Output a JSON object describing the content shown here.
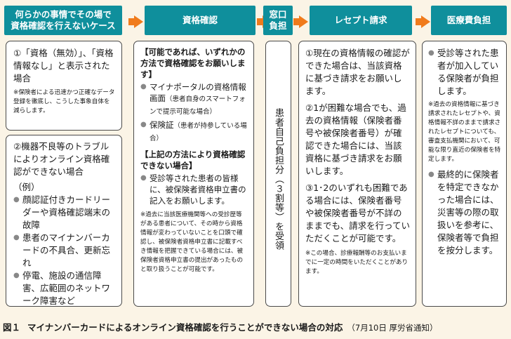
{
  "headers": {
    "col1": "何らかの事情でその場で\n資格確認を行えないケース",
    "col2": "資格確認",
    "col3": "窓口\n負担",
    "col4": "レセプト請求",
    "col5": "医療費負担"
  },
  "col1": {
    "box1_main": "①「資格（無効）」、「資格情報なし」と表示された場合",
    "box1_note": "※保険者による迅速かつ正確なデータ登録を徹底し、こうした事象自体を減らします。",
    "box2_main": "②機器不良等のトラブルによりオンライン資格確認ができない場合",
    "box2_example": "（例）",
    "box2_items": [
      "顔認証付きカードリーダーや資格確認端末の故障",
      "患者のマイナンバーカードの不具合、更新忘れ",
      "停電、施設の通信障害、広範囲のネットワーク障害など"
    ]
  },
  "col2": {
    "head1": "【可能であれば、いずれかの方法で資格確認をお願いします】",
    "item1": "マイナポータルの資格情報画面",
    "item1_sub": "（患者自身のスマートフォンで提示可能な場合）",
    "item2": "保険証",
    "item2_sub": "（患者が持参している場合）",
    "head2": "【上記の方法により資格確認できない場合】",
    "item3": "受診等された患者の皆様に、被保険者資格申立書の記入をお願いします。",
    "note": "※過去に当該医療機関等への受診歴等がある患者について、その時から資格情報が変わっていないことを口頭で確認し、被保険者資格申立書に記載すべき情報を把握できている場合には、被保険者資格申立書の提出があったものと取り扱うことが可能です。"
  },
  "col3": {
    "vertical": "患者自己負担分（３割等）を受領"
  },
  "col4": {
    "item1": "①現在の資格情報の確認ができた場合は、当該資格に基づき請求をお願いします。",
    "item2": "②1が困難な場合でも、過去の資格情報（保険者番号や被保険者番号）が確認できた場合には、当該資格に基づき請求をお願いします。",
    "item3": "③1･2のいずれも困難である場合には、保険者番号や被保険者番号が不詳のままでも、請求を行っていただくことが可能です。",
    "note": "※この場合、診療報酬等のお支払いまでに一定の時間をいただくことがあります。"
  },
  "col5": {
    "item1": "受診等された患者が加入している保険者が負担します。",
    "note": "※過去の資格情報に基づき請求されたレセプトや、資格情報不詳のままで請求されたレセプトについても、審査支払機関において、可能な限り直近の保険者を特定します。",
    "item2": "最終的に保険者を特定できなかった場合には、災害等の際の取扱いを参考に、保険者等で負担を按分します。"
  },
  "caption": {
    "tag": "図１",
    "title": "マイナンバーカードによるオンライン資格確認を行うことができない場合の対応",
    "note": "（7月10日 厚労省通知）"
  },
  "colors": {
    "header": "#0f8f9c",
    "arrow": "#f07b1c",
    "background": "#fbf4e6"
  }
}
